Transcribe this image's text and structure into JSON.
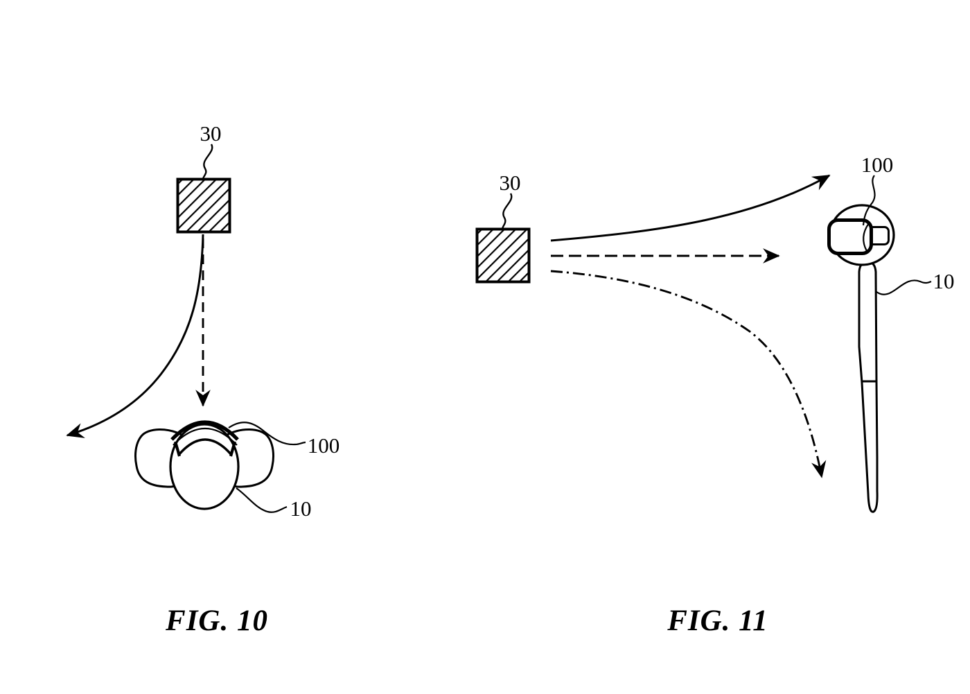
{
  "page": {
    "background_color": "#ffffff",
    "ink_color": "#000000",
    "description": "Patent drawing sheet with two figures"
  },
  "fig10": {
    "caption": "FIG. 10",
    "labels": {
      "source_box": "30",
      "headset": "100",
      "user": "10"
    }
  },
  "fig11": {
    "caption": "FIG. 11",
    "labels": {
      "source_box": "30",
      "headset": "100",
      "user": "10"
    }
  }
}
